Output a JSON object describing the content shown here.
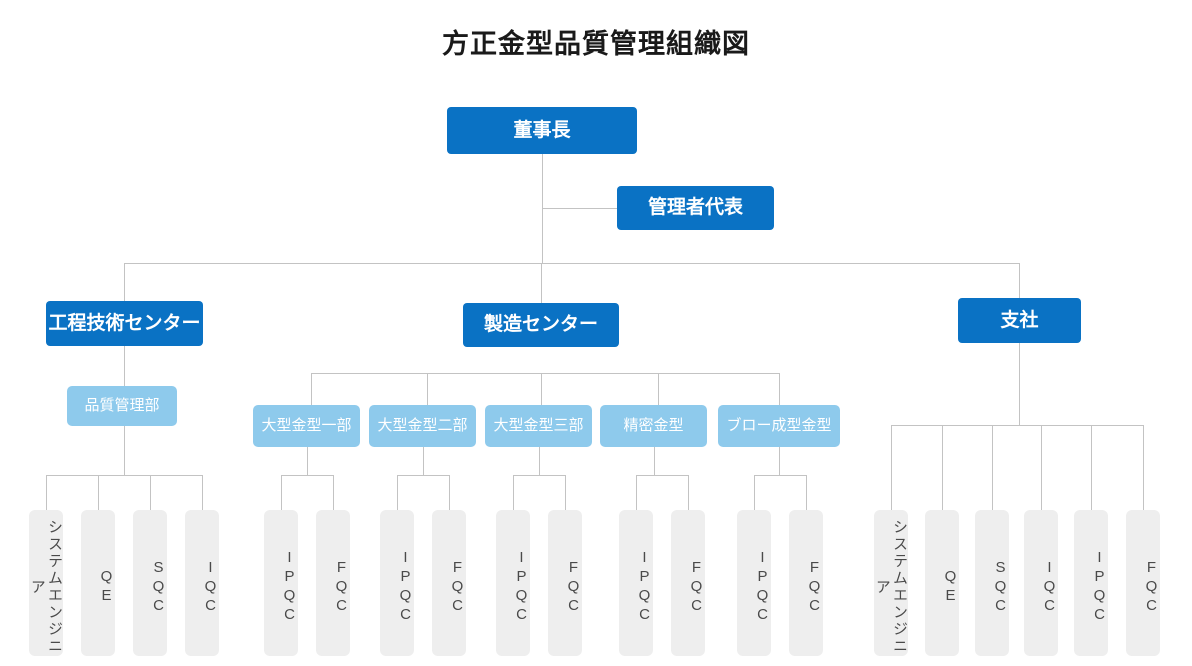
{
  "title": "方正金型品質管理組織図",
  "colors": {
    "primary": "#0a72c4",
    "secondary": "#8ecaec",
    "leaf": "#eeeeee",
    "connector": "#c3c3c3",
    "background": "#ffffff",
    "title_text": "#1a1a1a"
  },
  "chart_data": {
    "type": "diagram",
    "diagram_type": "organization-chart",
    "title": "方正金型品質管理組織図",
    "levels": 4,
    "nodes": [
      {
        "id": "chairman",
        "label": "董事長",
        "level": 0,
        "style": "primary",
        "parent": null
      },
      {
        "id": "mgmt_rep",
        "label": "管理者代表",
        "level": 1,
        "style": "primary",
        "parent": "chairman"
      },
      {
        "id": "eng_center",
        "label": "工程技術センター",
        "level": 2,
        "style": "primary",
        "parent": "chairman"
      },
      {
        "id": "mfg_center",
        "label": "製造センター",
        "level": 2,
        "style": "primary",
        "parent": "chairman"
      },
      {
        "id": "branch",
        "label": "支社",
        "level": 2,
        "style": "primary",
        "parent": "chairman"
      },
      {
        "id": "qa_dept",
        "label": "品質管理部",
        "level": 3,
        "style": "secondary",
        "parent": "eng_center"
      },
      {
        "id": "large_mold_1",
        "label": "大型金型一部",
        "level": 3,
        "style": "secondary",
        "parent": "mfg_center"
      },
      {
        "id": "large_mold_2",
        "label": "大型金型二部",
        "level": 3,
        "style": "secondary",
        "parent": "mfg_center"
      },
      {
        "id": "large_mold_3",
        "label": "大型金型三部",
        "level": 3,
        "style": "secondary",
        "parent": "mfg_center"
      },
      {
        "id": "precision_mold",
        "label": "精密金型",
        "level": 3,
        "style": "secondary",
        "parent": "mfg_center"
      },
      {
        "id": "blow_mold",
        "label": "ブロー成型金型",
        "level": 3,
        "style": "secondary",
        "parent": "mfg_center"
      },
      {
        "id": "qa_leaf_1",
        "label": "システムエンジニア",
        "level": 4,
        "style": "leaf",
        "parent": "qa_dept"
      },
      {
        "id": "qa_leaf_2",
        "label": "QE",
        "level": 4,
        "style": "leaf",
        "parent": "qa_dept"
      },
      {
        "id": "qa_leaf_3",
        "label": "SQC",
        "level": 4,
        "style": "leaf",
        "parent": "qa_dept"
      },
      {
        "id": "qa_leaf_4",
        "label": "IQC",
        "level": 4,
        "style": "leaf",
        "parent": "qa_dept"
      },
      {
        "id": "lm1_leaf_1",
        "label": "IPQC",
        "level": 4,
        "style": "leaf",
        "parent": "large_mold_1"
      },
      {
        "id": "lm1_leaf_2",
        "label": "FQC",
        "level": 4,
        "style": "leaf",
        "parent": "large_mold_1"
      },
      {
        "id": "lm2_leaf_1",
        "label": "IPQC",
        "level": 4,
        "style": "leaf",
        "parent": "large_mold_2"
      },
      {
        "id": "lm2_leaf_2",
        "label": "FQC",
        "level": 4,
        "style": "leaf",
        "parent": "large_mold_2"
      },
      {
        "id": "lm3_leaf_1",
        "label": "IPQC",
        "level": 4,
        "style": "leaf",
        "parent": "large_mold_3"
      },
      {
        "id": "lm3_leaf_2",
        "label": "FQC",
        "level": 4,
        "style": "leaf",
        "parent": "large_mold_3"
      },
      {
        "id": "pm_leaf_1",
        "label": "IPQC",
        "level": 4,
        "style": "leaf",
        "parent": "precision_mold"
      },
      {
        "id": "pm_leaf_2",
        "label": "FQC",
        "level": 4,
        "style": "leaf",
        "parent": "precision_mold"
      },
      {
        "id": "bm_leaf_1",
        "label": "IPQC",
        "level": 4,
        "style": "leaf",
        "parent": "blow_mold"
      },
      {
        "id": "bm_leaf_2",
        "label": "FQC",
        "level": 4,
        "style": "leaf",
        "parent": "blow_mold"
      },
      {
        "id": "br_leaf_1",
        "label": "システムエンジニア",
        "level": 4,
        "style": "leaf",
        "parent": "branch"
      },
      {
        "id": "br_leaf_2",
        "label": "QE",
        "level": 4,
        "style": "leaf",
        "parent": "branch"
      },
      {
        "id": "br_leaf_3",
        "label": "SQC",
        "level": 4,
        "style": "leaf",
        "parent": "branch"
      },
      {
        "id": "br_leaf_4",
        "label": "IQC",
        "level": 4,
        "style": "leaf",
        "parent": "branch"
      },
      {
        "id": "br_leaf_5",
        "label": "IPQC",
        "level": 4,
        "style": "leaf",
        "parent": "branch"
      },
      {
        "id": "br_leaf_6",
        "label": "FQC",
        "level": 4,
        "style": "leaf",
        "parent": "branch"
      }
    ]
  },
  "nodes": {
    "chairman": "董事長",
    "mgmt_rep": "管理者代表",
    "eng_center": "工程技術センター",
    "mfg_center": "製造センター",
    "branch": "支社",
    "qa_dept": "品質管理部",
    "large_mold_1": "大型金型一部",
    "large_mold_2": "大型金型二部",
    "large_mold_3": "大型金型三部",
    "precision_mold": "精密金型",
    "blow_mold": "ブロー成型金型",
    "qa_leaf_1": "システムエンジニア",
    "qa_leaf_2": "QE",
    "qa_leaf_3": "SQC",
    "qa_leaf_4": "IQC",
    "lm1_leaf_1": "IPQC",
    "lm1_leaf_2": "FQC",
    "lm2_leaf_1": "IPQC",
    "lm2_leaf_2": "FQC",
    "lm3_leaf_1": "IPQC",
    "lm3_leaf_2": "FQC",
    "pm_leaf_1": "IPQC",
    "pm_leaf_2": "FQC",
    "bm_leaf_1": "IPQC",
    "bm_leaf_2": "FQC",
    "br_leaf_1": "システムエンジニア",
    "br_leaf_2": "QE",
    "br_leaf_3": "SQC",
    "br_leaf_4": "IQC",
    "br_leaf_5": "IPQC",
    "br_leaf_6": "FQC"
  }
}
